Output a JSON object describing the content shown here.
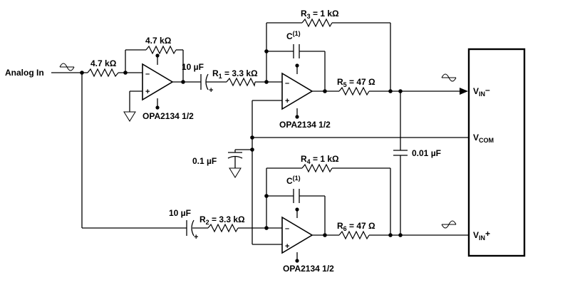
{
  "input_label": "Analog In",
  "components": {
    "r_in": "4.7 kΩ",
    "r_fb": "4.7 kΩ",
    "c_couple_top": "10 µF",
    "c_couple_bottom": "10 µF",
    "r1": {
      "ref": "R",
      "sub": "1",
      "value": " = 3.3 kΩ"
    },
    "r2": {
      "ref": "R",
      "sub": "2",
      "value": " = 3.3 kΩ"
    },
    "r3": {
      "ref": "R",
      "sub": "3",
      "value": " = 1 kΩ"
    },
    "r4": {
      "ref": "R",
      "sub": "4",
      "value": " = 1 kΩ"
    },
    "r5": {
      "ref": "R",
      "sub": "5",
      "value": " = 47 Ω"
    },
    "r6": {
      "ref": "R",
      "sub": "6",
      "value": " = 47 Ω"
    },
    "c1_top": {
      "ref": "C",
      "sup": "(1)"
    },
    "c1_bottom": {
      "ref": "C",
      "sup": "(1)"
    },
    "c_com": "0.1 µF",
    "c_diff": "0.01 µF"
  },
  "opamps": {
    "buffer": "OPA2134 1/2",
    "top": "OPA2134 1/2",
    "bottom": "OPA2134 1/2"
  },
  "adc_pins": {
    "vin_minus": {
      "base": "V",
      "sub": "IN",
      "sign": "–"
    },
    "vcom": {
      "base": "V",
      "sub": "COM"
    },
    "vin_plus": {
      "base": "V",
      "sub": "IN",
      "sign": "+"
    }
  },
  "polarity": {
    "minus": "–",
    "plus": "+"
  }
}
